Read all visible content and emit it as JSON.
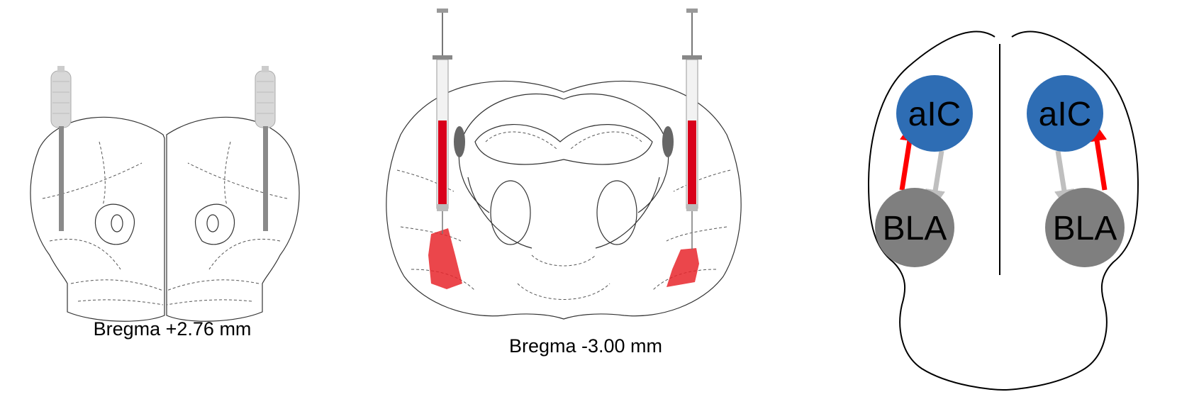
{
  "panels": {
    "anterior": {
      "caption": "Bregma +2.76 mm"
    },
    "posterior": {
      "caption": "Bregma -3.00 mm"
    },
    "circuit": {
      "nodes": {
        "aic_left": "aIC",
        "aic_right": "aIC",
        "bla_left": "BLA",
        "bla_right": "BLA"
      }
    }
  },
  "colors": {
    "aic": "#2e6db4",
    "bla": "#7f7f7f",
    "infusion": "#e8262b",
    "projection_active": "#ff0000",
    "projection_inactive": "#bfbfbf"
  }
}
